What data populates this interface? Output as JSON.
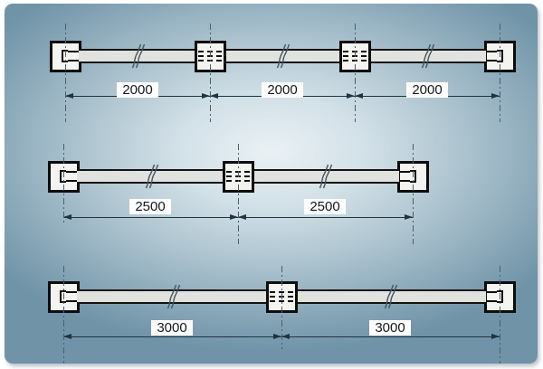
{
  "drawing": {
    "rows": [
      {
        "name": "spacing-2000",
        "posts": 4,
        "segments": [
          {
            "label": "2000"
          },
          {
            "label": "2000"
          },
          {
            "label": "2000"
          }
        ]
      },
      {
        "name": "spacing-2500",
        "posts": 3,
        "segments": [
          {
            "label": "2500"
          },
          {
            "label": "2500"
          }
        ]
      },
      {
        "name": "spacing-3000",
        "posts": 3,
        "segments": [
          {
            "label": "3000"
          },
          {
            "label": "3000"
          }
        ]
      }
    ],
    "colors": {
      "canvas_edge": "#7093a8",
      "canvas_center": "#eaf1f5",
      "post_fill": "#f3f4f0",
      "rail_fill": "#dfe2de",
      "outline": "#0d0d0d",
      "centerline": "#46606e",
      "dimension": "#1f3340",
      "label_background": "#ffffff"
    }
  }
}
